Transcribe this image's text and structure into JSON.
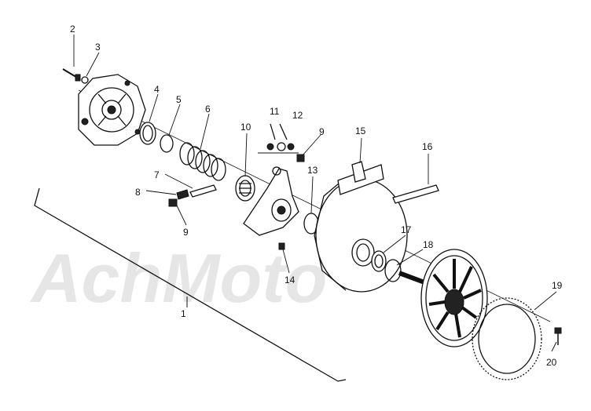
{
  "watermark": {
    "text": "AchMoto"
  },
  "callouts": {
    "c1": "1",
    "c2": "2",
    "c3": "3",
    "c4": "4",
    "c5": "5",
    "c6": "6",
    "c7": "7",
    "c8": "8",
    "c9a": "9",
    "c9b": "9",
    "c10": "10",
    "c11": "11",
    "c12": "12",
    "c13": "13",
    "c14": "14",
    "c15": "15",
    "c16": "16",
    "c17": "17",
    "c18": "18",
    "c19": "19",
    "c20": "20"
  }
}
